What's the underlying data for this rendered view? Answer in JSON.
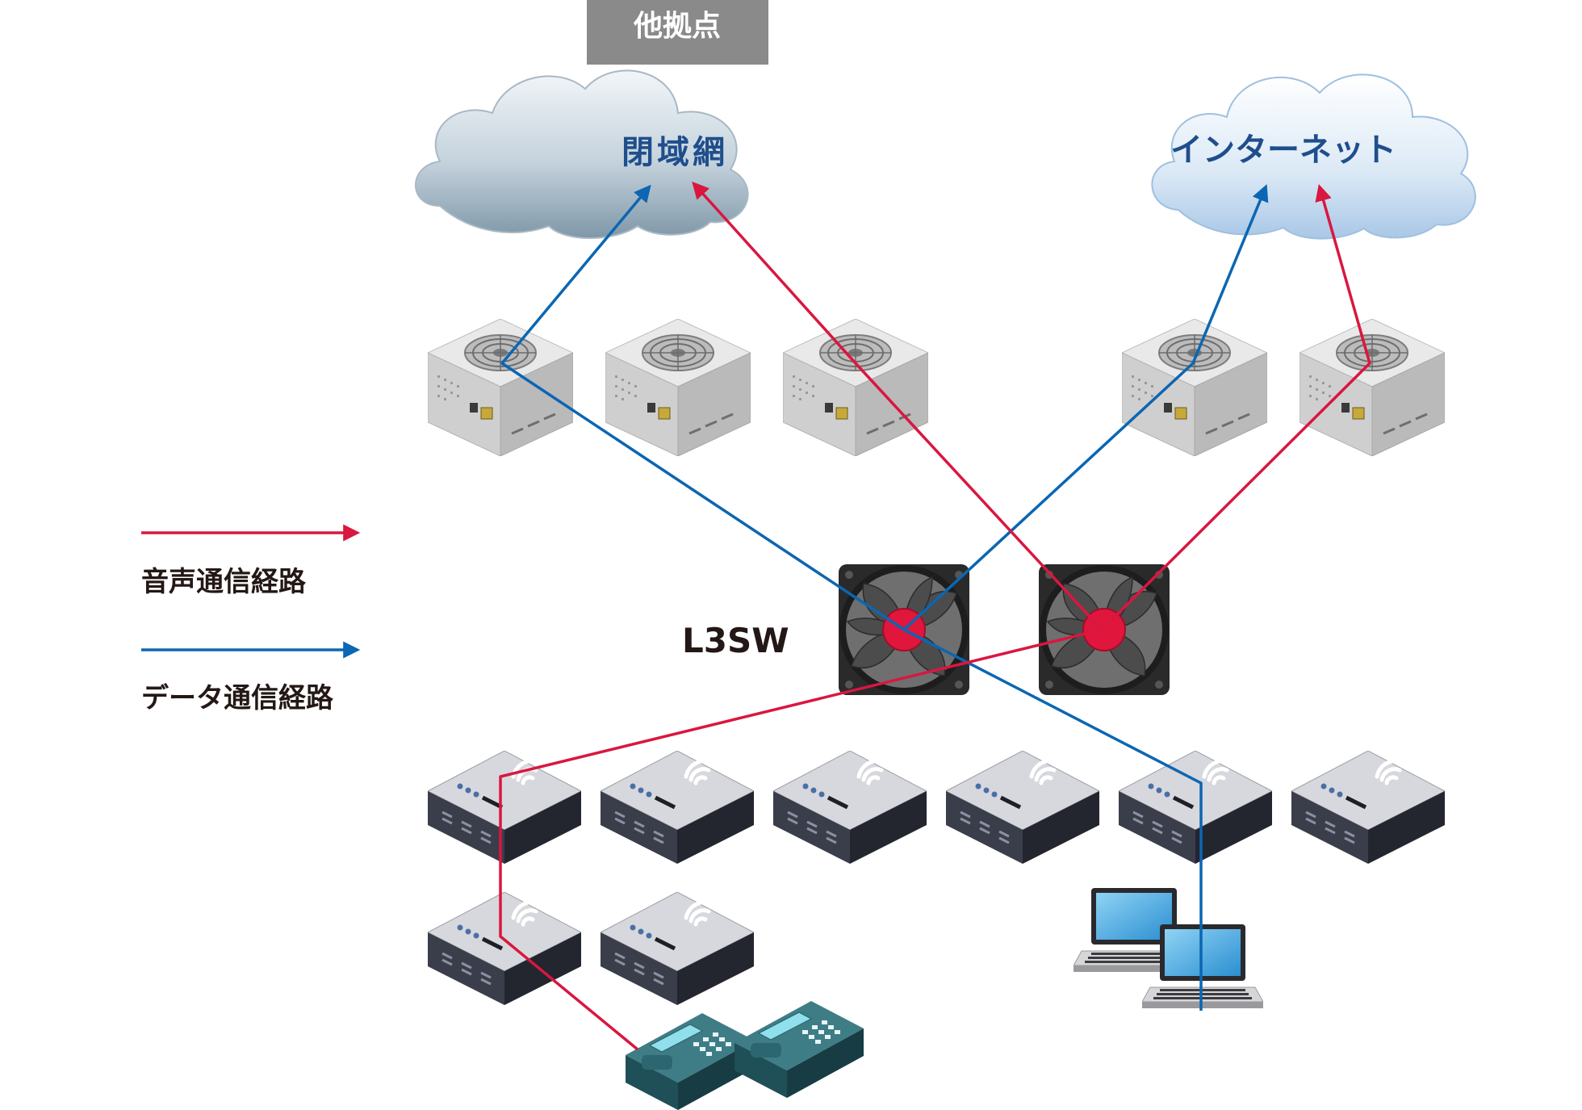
{
  "labels": {
    "other_sites": "他拠点",
    "closed_network": "閉域網",
    "internet": "インターネット",
    "l3sw": "L3SW"
  },
  "legend": {
    "voice_route": "音声通信経路",
    "data_route": "データ通信経路"
  },
  "colors": {
    "voice": "#d9173f",
    "data": "#0b66b3",
    "label_box": "#8a8a8a",
    "cloud_text": "#1f4e8c"
  }
}
